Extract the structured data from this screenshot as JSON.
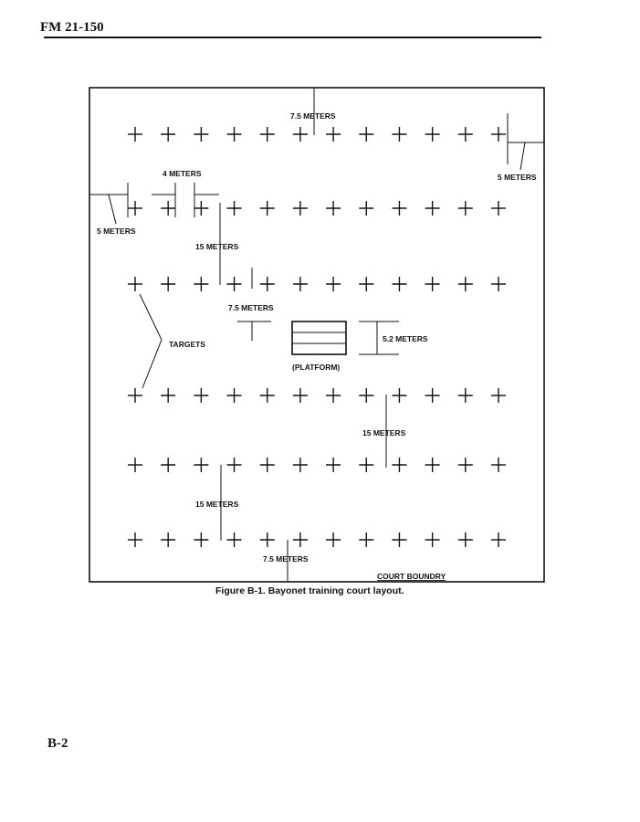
{
  "header": {
    "doc_id": "FM 21-150"
  },
  "footer": {
    "page_number": "B-2"
  },
  "figure": {
    "caption": "Figure B-1.  Bayonet training court layout.",
    "labels": {
      "top_gap": "7.5 METERS",
      "left_margin": "5 METERS",
      "right_margin": "5 METERS",
      "target_spacing": "4 METERS",
      "row_spacing_1": "15 METERS",
      "row_to_platform": "7.5 METERS",
      "platform_width": "5.2 METERS",
      "platform": "(PLATFORM)",
      "targets": "TARGETS",
      "row_spacing_2": "15 METERS",
      "row_spacing_3": "15 METERS",
      "bottom_gap": "7.5 METERS",
      "court_boundary": "COURT BOUNDRY"
    },
    "target_grid": {
      "rows": 6,
      "columns": 12
    }
  }
}
